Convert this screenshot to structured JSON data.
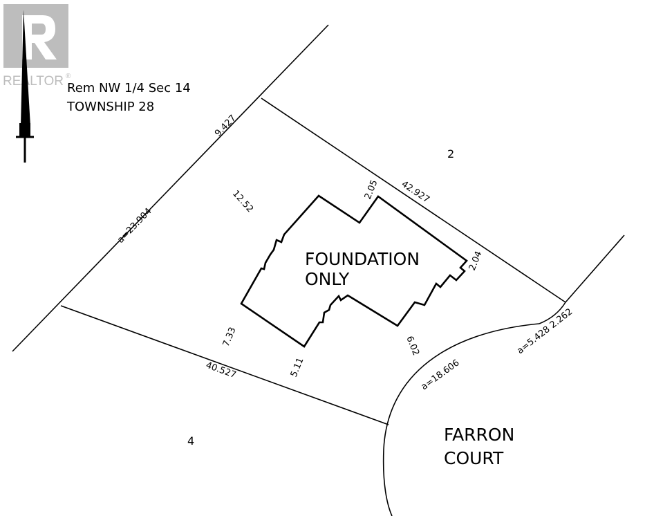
{
  "watermark": "REALTOR",
  "watermark_mark": "®",
  "legal": {
    "line1": "Rem NW 1/4 Sec 14",
    "line2": "TOWNSHIP 28"
  },
  "lots": {
    "north": "2",
    "south": "4"
  },
  "building": {
    "line1": "FOUNDATION",
    "line2": "ONLY"
  },
  "street": {
    "line1": "FARRON",
    "line2": "COURT"
  },
  "boundary_dims": {
    "nw_top": "9.427",
    "nw_arc": "a=23.904",
    "ne": "42.927",
    "south": "40.527",
    "cul_de_sac": "a=18.606",
    "frontage": "a=5.428 2.262"
  },
  "setback_dims": {
    "north_1": "12.52",
    "north_2": "2.05",
    "east": "2.04",
    "west": "7.33",
    "south_1": "5.11",
    "south_2": "6.02"
  }
}
